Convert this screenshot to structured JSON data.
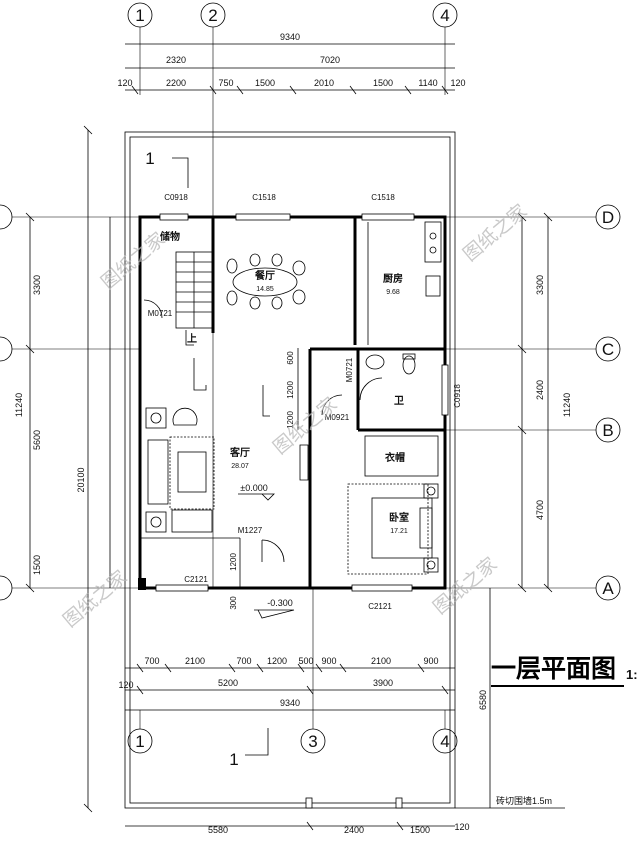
{
  "title": "一层平面图",
  "title_suffix": "1:",
  "axes": {
    "a1": "1",
    "a2": "2",
    "a3": "3",
    "a4": "4",
    "A": "A",
    "B": "B",
    "C": "C",
    "D": "D"
  },
  "dims_top": {
    "total": "9340",
    "seg1": "2320",
    "seg2": "7020",
    "d120a": "120",
    "d2200": "2200",
    "d750": "750",
    "d1500a": "1500",
    "d2010": "2010",
    "d1500b": "1500",
    "d1140": "1140",
    "d120b": "120"
  },
  "dims_left": {
    "d3300": "3300",
    "d11240": "11240",
    "d5600": "5600",
    "d20100": "20100",
    "d1500": "1500"
  },
  "dims_right": {
    "d3300": "3300",
    "d2400": "2400",
    "d11240": "11240",
    "d4700": "4700",
    "d6580": "6580"
  },
  "dims_bottom": {
    "d700a": "700",
    "d2100a": "2100",
    "d700b": "700",
    "d1200": "1200",
    "d500": "500",
    "d900a": "900",
    "d2100b": "2100",
    "d900b": "900",
    "d120": "120",
    "d5200": "5200",
    "d3900": "3900",
    "d9340": "9340",
    "d5580": "5580",
    "d2400": "2400",
    "d1500": "1500",
    "d120end": "120"
  },
  "openings": {
    "c0918_top": "C0918",
    "c1518_a": "C1518",
    "c1518_b": "C1518",
    "m0721_a": "M0721",
    "m0721_b": "M0721",
    "m0921": "M0921",
    "c0918_right": "C0918",
    "m1227": "M1227",
    "c2121_a": "C2121",
    "c2121_b": "C2121"
  },
  "rooms": {
    "storage": "储物",
    "dining": "餐厅",
    "dining_area": "14.85",
    "kitchen": "厨房",
    "kitchen_area": "9.68",
    "bath": "卫",
    "closet": "衣帽",
    "living": "客厅",
    "living_area": "28.07",
    "bedroom": "卧室",
    "bedroom_area": "17.21",
    "up": "上"
  },
  "levels": {
    "ground": "±0.000",
    "outside": "-0.300",
    "d1200a": "1200",
    "d600": "600",
    "d1200b": "1200",
    "d1200c": "1200",
    "d300": "300"
  },
  "section_marks": {
    "top": "1",
    "bottom": "1"
  },
  "note": "砖切围墙1.5m",
  "watermark": "图纸之家"
}
